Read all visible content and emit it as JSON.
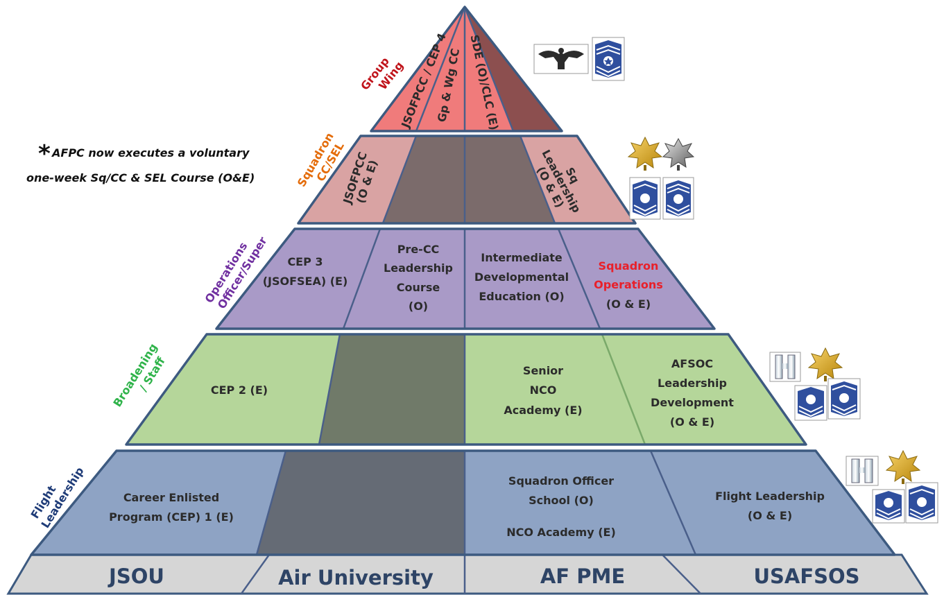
{
  "levels": {
    "group_wing": [
      "Group",
      "Wing"
    ],
    "squadron": [
      "Squadron",
      "CC/SEL"
    ],
    "operations": [
      "Operations",
      "Officer/Super"
    ],
    "broadening": [
      "Broadening",
      "/ Staff"
    ],
    "flight": [
      "Flight",
      "Leadership"
    ]
  },
  "note": {
    "star": "*",
    "line1": "AFPC now executes a voluntary",
    "line2": "one-week Sq/CC & SEL Course (O&E)"
  },
  "columns": [
    "JSOU",
    "Air University",
    "AF PME",
    "USAFSOS"
  ],
  "tiers": {
    "group_wing": {
      "c1": [
        "JSOFPCC / CEP 4"
      ],
      "c2": [
        "Gp & Wg CC"
      ],
      "c3": [
        "SDE (O)/CLC (E)"
      ]
    },
    "squadron": {
      "c1": [
        "JSOFPCC",
        "(O & E)"
      ],
      "c4": [
        "Sq",
        "Leadership",
        "(O & E)"
      ]
    },
    "operations": {
      "c1": [
        "CEP 3",
        "(JSOFSEA) (E)"
      ],
      "c2": [
        "Pre-CC",
        "Leadership",
        "Course",
        "(O)"
      ],
      "c3": [
        "Intermediate",
        "Developmental",
        "Education (O)"
      ],
      "c4_highlight": [
        "Squadron",
        "Operations"
      ],
      "c4": [
        "(O & E)"
      ]
    },
    "broadening": {
      "c1": [
        "CEP 2 (E)"
      ],
      "c3": [
        "Senior",
        "NCO",
        "Academy (E)"
      ],
      "c4": [
        "AFSOC",
        "Leadership",
        "Development",
        "(O & E)"
      ]
    },
    "flight": {
      "c1": [
        "Career Enlisted",
        "Program (CEP) 1 (E)"
      ],
      "c3": [
        "Squadron Officer",
        "School (O)",
        "NCO Academy (E)"
      ],
      "c4": [
        "Flight Leadership",
        "(O & E)"
      ]
    }
  },
  "colors": {
    "group_wing": "#f07b7b",
    "squadron": "#d9a3a3",
    "operations": "#a99ac7",
    "broadening": "#b5d69a",
    "flight": "#8ea3c4",
    "shade": "#565656",
    "base": "#d6d6d6",
    "label_group": "#c0141b",
    "label_squadron": "#e46c0a",
    "label_operations": "#7030a0",
    "label_broadening": "#2fb34a",
    "label_flight": "#1f3c78",
    "highlight_text": "#e8202a"
  },
  "insignia": [
    "colonel-eagle-icon",
    "chief-master-sergeant-icon",
    "major-gold-leaf-icon",
    "lieutenant-colonel-silver-leaf-icon",
    "senior-master-sergeant-icon",
    "captain-bars-icon",
    "master-sergeant-icon"
  ]
}
